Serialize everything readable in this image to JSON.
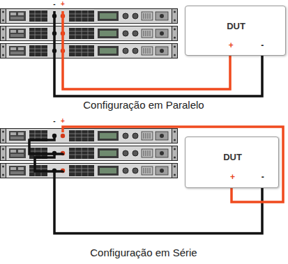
{
  "diagram": {
    "nodes": [
      {
        "text": [
          "DUT",
          "+",
          "-"
        ]
      },
      {
        "text": [
          "DUT",
          "+",
          "-"
        ]
      }
    ],
    "labels": [
      "-",
      "+",
      "Configuração em Paralelo",
      "-",
      "+",
      "Configuração em Série"
    ]
  }
}
